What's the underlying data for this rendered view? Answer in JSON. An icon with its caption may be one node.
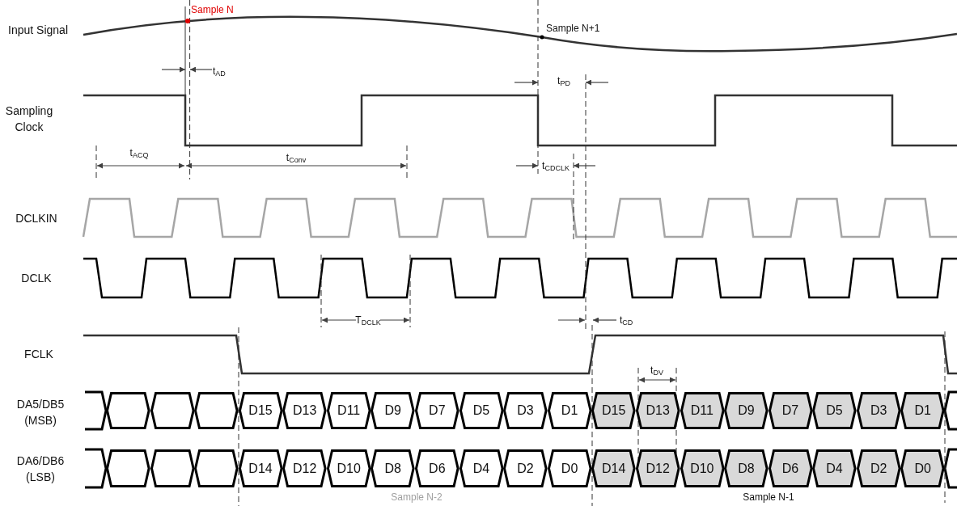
{
  "diagram": {
    "nodes": [
      {
        "text": [],
        "shape": "hexagon"
      },
      {
        "text": [],
        "shape": "hexagon"
      },
      {
        "text": [],
        "shape": "hexagon"
      },
      {
        "text": [
          "D15"
        ]
      },
      {
        "text": [
          "D13"
        ]
      },
      {
        "text": [
          "D11"
        ]
      },
      {
        "text": [
          "D9"
        ]
      },
      {
        "text": [
          "D7"
        ]
      },
      {
        "text": [
          "D5"
        ]
      },
      {
        "text": [
          "D3"
        ]
      },
      {
        "text": [
          "D1"
        ]
      },
      {
        "text": [
          "D15"
        ]
      },
      {
        "text": [
          "D13"
        ]
      },
      {
        "text": [
          "D11"
        ]
      },
      {
        "text": [
          "D9"
        ]
      },
      {
        "text": [
          "D7"
        ]
      },
      {
        "text": [
          "D5"
        ]
      },
      {
        "text": [
          "D3"
        ]
      },
      {
        "text": [
          "D1"
        ]
      },
      {
        "text": [],
        "shape": "hexagon"
      },
      {
        "text": [],
        "shape": "hexagon"
      },
      {
        "text": [],
        "shape": "hexagon"
      },
      {
        "text": [
          "D14"
        ]
      },
      {
        "text": [
          "D12"
        ]
      },
      {
        "text": [
          "D10"
        ]
      },
      {
        "text": [
          "D8"
        ]
      },
      {
        "text": [
          "D6"
        ]
      },
      {
        "text": [
          "D4"
        ]
      },
      {
        "text": [
          "D2"
        ]
      },
      {
        "text": [
          "D0"
        ]
      },
      {
        "text": [
          "D14"
        ]
      },
      {
        "text": [
          "D12"
        ]
      },
      {
        "text": [
          "D10"
        ]
      },
      {
        "text": [
          "D8"
        ]
      },
      {
        "text": [
          "D6"
        ]
      },
      {
        "text": [
          "D4"
        ]
      },
      {
        "text": [
          "D2"
        ]
      },
      {
        "text": [
          "D0"
        ]
      }
    ],
    "labels": [
      "Input Signal",
      "Sample N",
      "Sample N+1",
      "t$_{AD}$",
      "t$_{PD}$",
      "Sampling Clock",
      "t$_{ACQ}$",
      "t$_{Conv}$",
      "t$_{CDCLK}$",
      "DCLKIN",
      "DCLK",
      "T$_{DCLK}$",
      "t$_{CD}$",
      "FCLK",
      "t$_{DV}$",
      "DA5/DB5 (MSB)",
      "DA6/DB6 (LSB)",
      "Sample N-2",
      "Sample N-1"
    ]
  }
}
